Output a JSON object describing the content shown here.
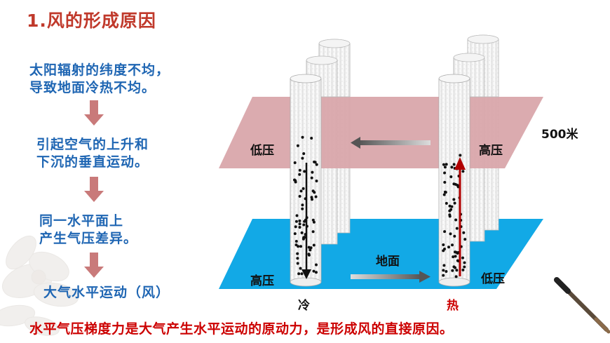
{
  "title": "1.风的形成原因",
  "steps": [
    {
      "lines": [
        "太阳辐射的纬度不均，",
        "导致地面冷热不均。"
      ]
    },
    {
      "lines": [
        "引起空气的上升和",
        "下沉的垂直运动。"
      ]
    },
    {
      "lines": [
        "同一水平面上",
        "产生气压差异。"
      ]
    }
  ],
  "result": "大气水平运动（风）",
  "diagram": {
    "height_label": "500米",
    "upper_left_label": "低压",
    "upper_right_label": "高压",
    "lower_left_label": "高压",
    "lower_right_label": "低压",
    "ground_label": "地面",
    "cold_label": "冷",
    "hot_label": "热"
  },
  "bottom_note": "水平气压梯度力是大气产生水平运动的原动力，是形成风的直接原因。",
  "colors": {
    "title": "#c0392b",
    "steps": "#1f66b3",
    "arrow_down": "#c97a7a",
    "upper_plane": "#d9a7ab",
    "ground_plane": "#12a9e6",
    "ascending_arrow": "#b00000",
    "note": "#cc0000"
  }
}
